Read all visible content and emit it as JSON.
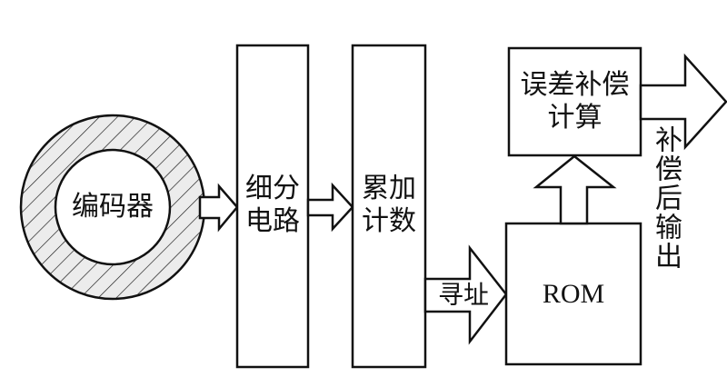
{
  "diagram": {
    "encoder": {
      "label": "编码器"
    },
    "subdivision": {
      "line1": "细分",
      "line2": "电路"
    },
    "counter": {
      "line1": "累加",
      "line2": "计数"
    },
    "addressing": {
      "label": "寻址"
    },
    "rom": {
      "label": "ROM"
    },
    "error_calc": {
      "line1": "误差补偿",
      "line2": "计算"
    },
    "output": {
      "label": "补偿后输出"
    }
  },
  "colors": {
    "stroke": "#111111",
    "hatch_fill": "#ececec",
    "background": "#ffffff"
  }
}
